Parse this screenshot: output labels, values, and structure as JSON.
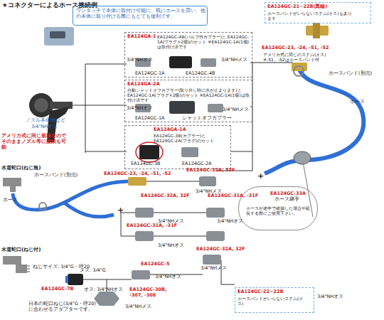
{
  "diagram": {
    "title": "★コネクターによるホース接続例",
    "nodes": [
      {
        "text": [
          "ワンタッチで本体に取付け可能に。既にホースを買い、他の本体に取り付ける際にもとても便利です。"
        ]
      },
      {
        "text": [
          "EA124GA-1",
          "EA124GC-4B(バルブ付カプラー)と EA124GC-1A(プラグ×2個)のセット ※EA124GC-1A(1個)は取付け済です",
          "3/4\"NHオス",
          "EA124GC-1A",
          "EA124GC-4B",
          "3/4\"NHメス"
        ]
      },
      {
        "text": [
          "EA124GA-2A",
          "自動シャットオフカプラー(取り外し時に水が止まります)と EA124GC-1A(プラグ×2個)のセット ※EA124GC-1A(1個)は取付け済です",
          "3/4\"NHオス",
          "EA124GC-1A",
          "シャットオフカプラー",
          "3/4\"NHメス"
        ]
      },
      {
        "text": [
          "EA124GA-1A",
          "EA124GC-3B(カプラー)と EA124GC-2A(プラグ)のセット",
          "EA124GC-3B",
          "EA124GC-2A"
        ]
      },
      {
        "text": [
          "EA124GC-21~22B(真鍮)",
          "ホースバンドがいらないステム(オス)もあります"
        ]
      },
      {
        "text": [
          "EA124GC-33A",
          "ホース継手",
          "ホースが途中で破損した場合や延長する際にご使用下さい。"
        ]
      },
      {
        "text": [
          "EA124GC-22~22B",
          "ホースバンドがいらないステム(メス)"
        ]
      }
    ],
    "labels": [
      "ノズル本体側など",
      "3/4\"NHオス",
      "アメリカ式に同じ規格なので そのままノズル等に接続も可能",
      "EA124GC-23, -24, -51, -52",
      "アメリカ式に同じのステム(オス) ※-51、-52はホースバンド付",
      "ホースバンド(別売)",
      "ホース",
      "水道蛇口(ねじ無)",
      "ホースバンド(別売)",
      "ホース",
      "+",
      "EA124GC-23, -24, -51, -52",
      "EA124GC-32A, 32F",
      "3/4\"NHメス",
      "+",
      "EA124GC-32A, 32F",
      "EA124GC-31A, -31F",
      "3/4\"NHメス",
      "3/4\"NHオス",
      "EA124GC-31A, -31F",
      "3/4\"NHオス",
      "EA124GC-32A, 32F",
      "水道蛇口(ねじ付)",
      "ねじサイズ: 3/4\"G・呼20",
      "メス: 3/4\"G",
      "EA124GC-7B",
      "オス: 3/4\"NHオス",
      "日本の蛇口ねじ(3/4\"G・呼20)に合わせるアダプターです。",
      "EA124GC-5",
      "3/4\"NHオス",
      "EA124GC-30B, -307, -308",
      "3/4\"NHメス",
      "3/4\"NHメス",
      "3/4\"NHオス"
    ]
  }
}
